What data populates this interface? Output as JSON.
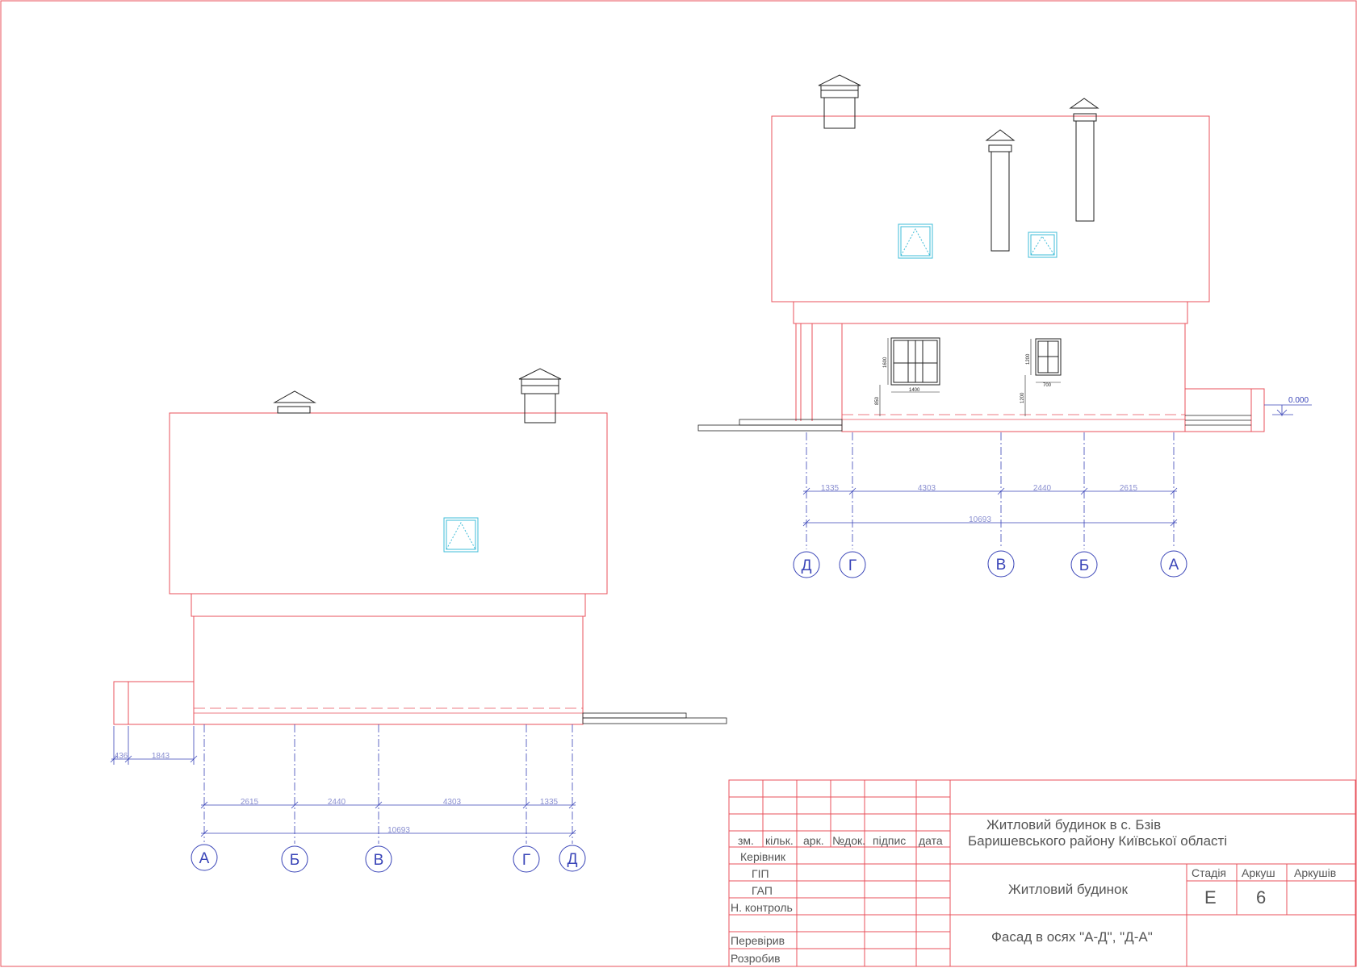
{
  "colors": {
    "red": "#e8505b",
    "blue": "#3a45b8",
    "dim": "#8a8fd0",
    "cyan": "#3fbcd8",
    "black": "#222222"
  },
  "left_elevation": {
    "axes": [
      "А",
      "Б",
      "В",
      "Г",
      "Д"
    ],
    "dims_top": [
      "436",
      "1843"
    ],
    "dims_row": [
      "2615",
      "2440",
      "4303",
      "1335"
    ],
    "dim_total": "10693"
  },
  "right_elevation": {
    "axes": [
      "Д",
      "Г",
      "В",
      "Б",
      "А"
    ],
    "dims_row": [
      "1335",
      "4303",
      "2440",
      "2615"
    ],
    "dim_total": "10693",
    "level": "0.000",
    "window_large": {
      "height": "1600",
      "width": "1400"
    },
    "window_small": {
      "height": "1200",
      "width": "700"
    },
    "sill_height": "850",
    "sill_height_2": "1200"
  },
  "title_block": {
    "headers": [
      "зм.",
      "кільк.",
      "арк.",
      "№док.",
      "підпис",
      "дата"
    ],
    "roles": [
      "Керівник",
      "ГІП",
      "ГАП",
      "Н. контроль",
      "Перевірив",
      "Розробив"
    ],
    "project_line1": "Житловий будинок в с. Бзів",
    "project_line2": "Баришевського району  Київської області",
    "object": "Житловий будинок",
    "sheet_title": "Фасад в осях \"А-Д\", \"Д-А\"",
    "stage_label": "Стадія",
    "sheet_label": "Аркуш",
    "sheets_label": "Аркушів",
    "stage_value": "Е",
    "sheet_value": "6",
    "sheets_value": ""
  }
}
